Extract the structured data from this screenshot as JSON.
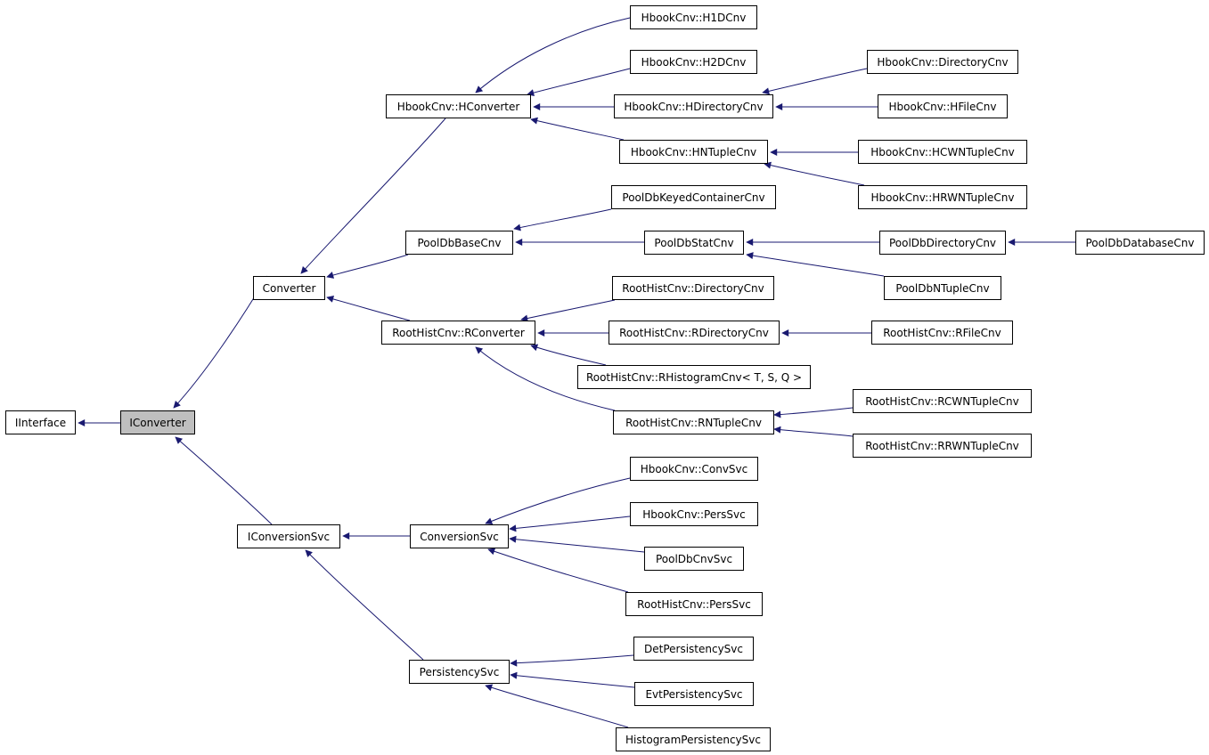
{
  "colors": {
    "edge": "#191970",
    "node_border": "#000000",
    "highlight_fill": "#bfbfbf",
    "node_fill": "#ffffff"
  },
  "nodes": {
    "iinterface": "IInterface",
    "iconverter": "IConverter",
    "converter": "Converter",
    "iconversionsvc": "IConversionSvc",
    "hconverter": "HbookCnv::HConverter",
    "pooldbbasecnv": "PoolDbBaseCnv",
    "rconverter": "RootHistCnv::RConverter",
    "conversionsvc": "ConversionSvc",
    "persistencysvc": "PersistencySvc",
    "h1dcnv": "HbookCnv::H1DCnv",
    "h2dcnv": "HbookCnv::H2DCnv",
    "hdirectorycnv": "HbookCnv::HDirectoryCnv",
    "hntuplecnv": "HbookCnv::HNTupleCnv",
    "hbook_directorycnv": "HbookCnv::DirectoryCnv",
    "hfilecnv": "HbookCnv::HFileCnv",
    "hcwntuplecnv": "HbookCnv::HCWNTupleCnv",
    "hrwntuplecnv": "HbookCnv::HRWNTupleCnv",
    "pooldbkeyedcontainercnv": "PoolDbKeyedContainerCnv",
    "pooldbstatcnv": "PoolDbStatCnv",
    "pooldbdirectorycnv": "PoolDbDirectoryCnv",
    "pooldbdatabasecnv": "PoolDbDatabaseCnv",
    "pooldbntuplecnv": "PoolDbNTupleCnv",
    "roothist_directorycnv": "RootHistCnv::DirectoryCnv",
    "rdirectorycnv": "RootHistCnv::RDirectoryCnv",
    "rfilecnv": "RootHistCnv::RFileCnv",
    "rhistogramcnv": "RootHistCnv::RHistogramCnv< T, S, Q >",
    "rntuplecnv": "RootHistCnv::RNTupleCnv",
    "rcwntuplecnv": "RootHistCnv::RCWNTupleCnv",
    "rrwntuplecnv": "RootHistCnv::RRWNTupleCnv",
    "hbook_convsvc": "HbookCnv::ConvSvc",
    "hbook_perssvc": "HbookCnv::PersSvc",
    "pooldbcnvsvc": "PoolDbCnvSvc",
    "roothist_perssvc": "RootHistCnv::PersSvc",
    "detpersistencysvc": "DetPersistencySvc",
    "evtpersistencysvc": "EvtPersistencySvc",
    "histogrampersistencysvc": "HistogramPersistencySvc"
  }
}
